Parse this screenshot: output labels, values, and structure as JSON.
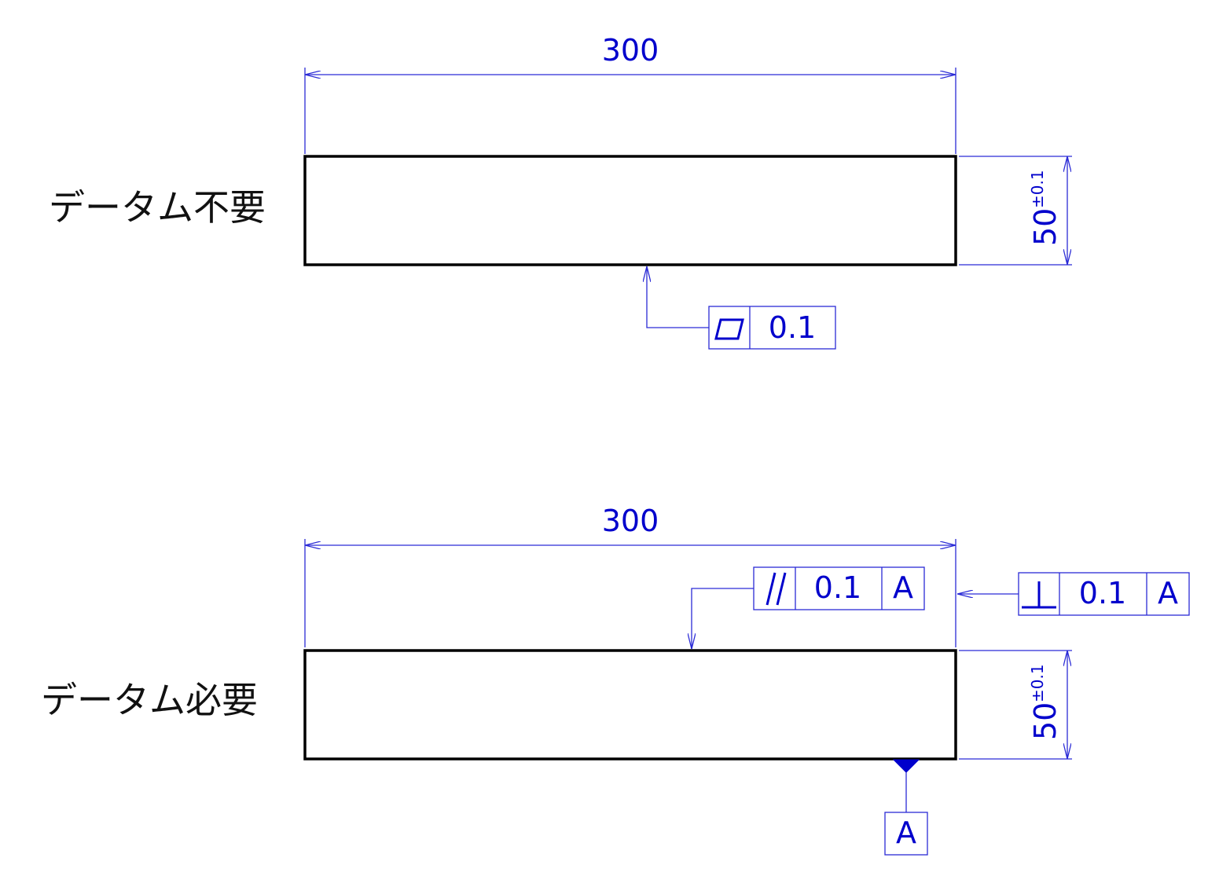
{
  "colors": {
    "dimension": "#0000cc",
    "line": "#2b2bd6",
    "outline": "#000000",
    "label": "#111111"
  },
  "top_panel": {
    "label": "データム不要",
    "width_dimension": "300",
    "height_dimension": "50",
    "height_tolerance": "±0.1",
    "fcf": {
      "symbol": "parallelogram-icon",
      "value": "0.1"
    }
  },
  "bottom_panel": {
    "label": "データム必要",
    "width_dimension": "300",
    "height_dimension": "50",
    "height_tolerance": "±0.1",
    "fcf_parallel": {
      "symbol": "parallelism-icon",
      "symbol_text": "//",
      "value": "0.1",
      "datum": "A"
    },
    "fcf_perpendicular": {
      "symbol": "perpendicularity-icon",
      "value": "0.1",
      "datum": "A"
    },
    "datum_label": "A"
  }
}
